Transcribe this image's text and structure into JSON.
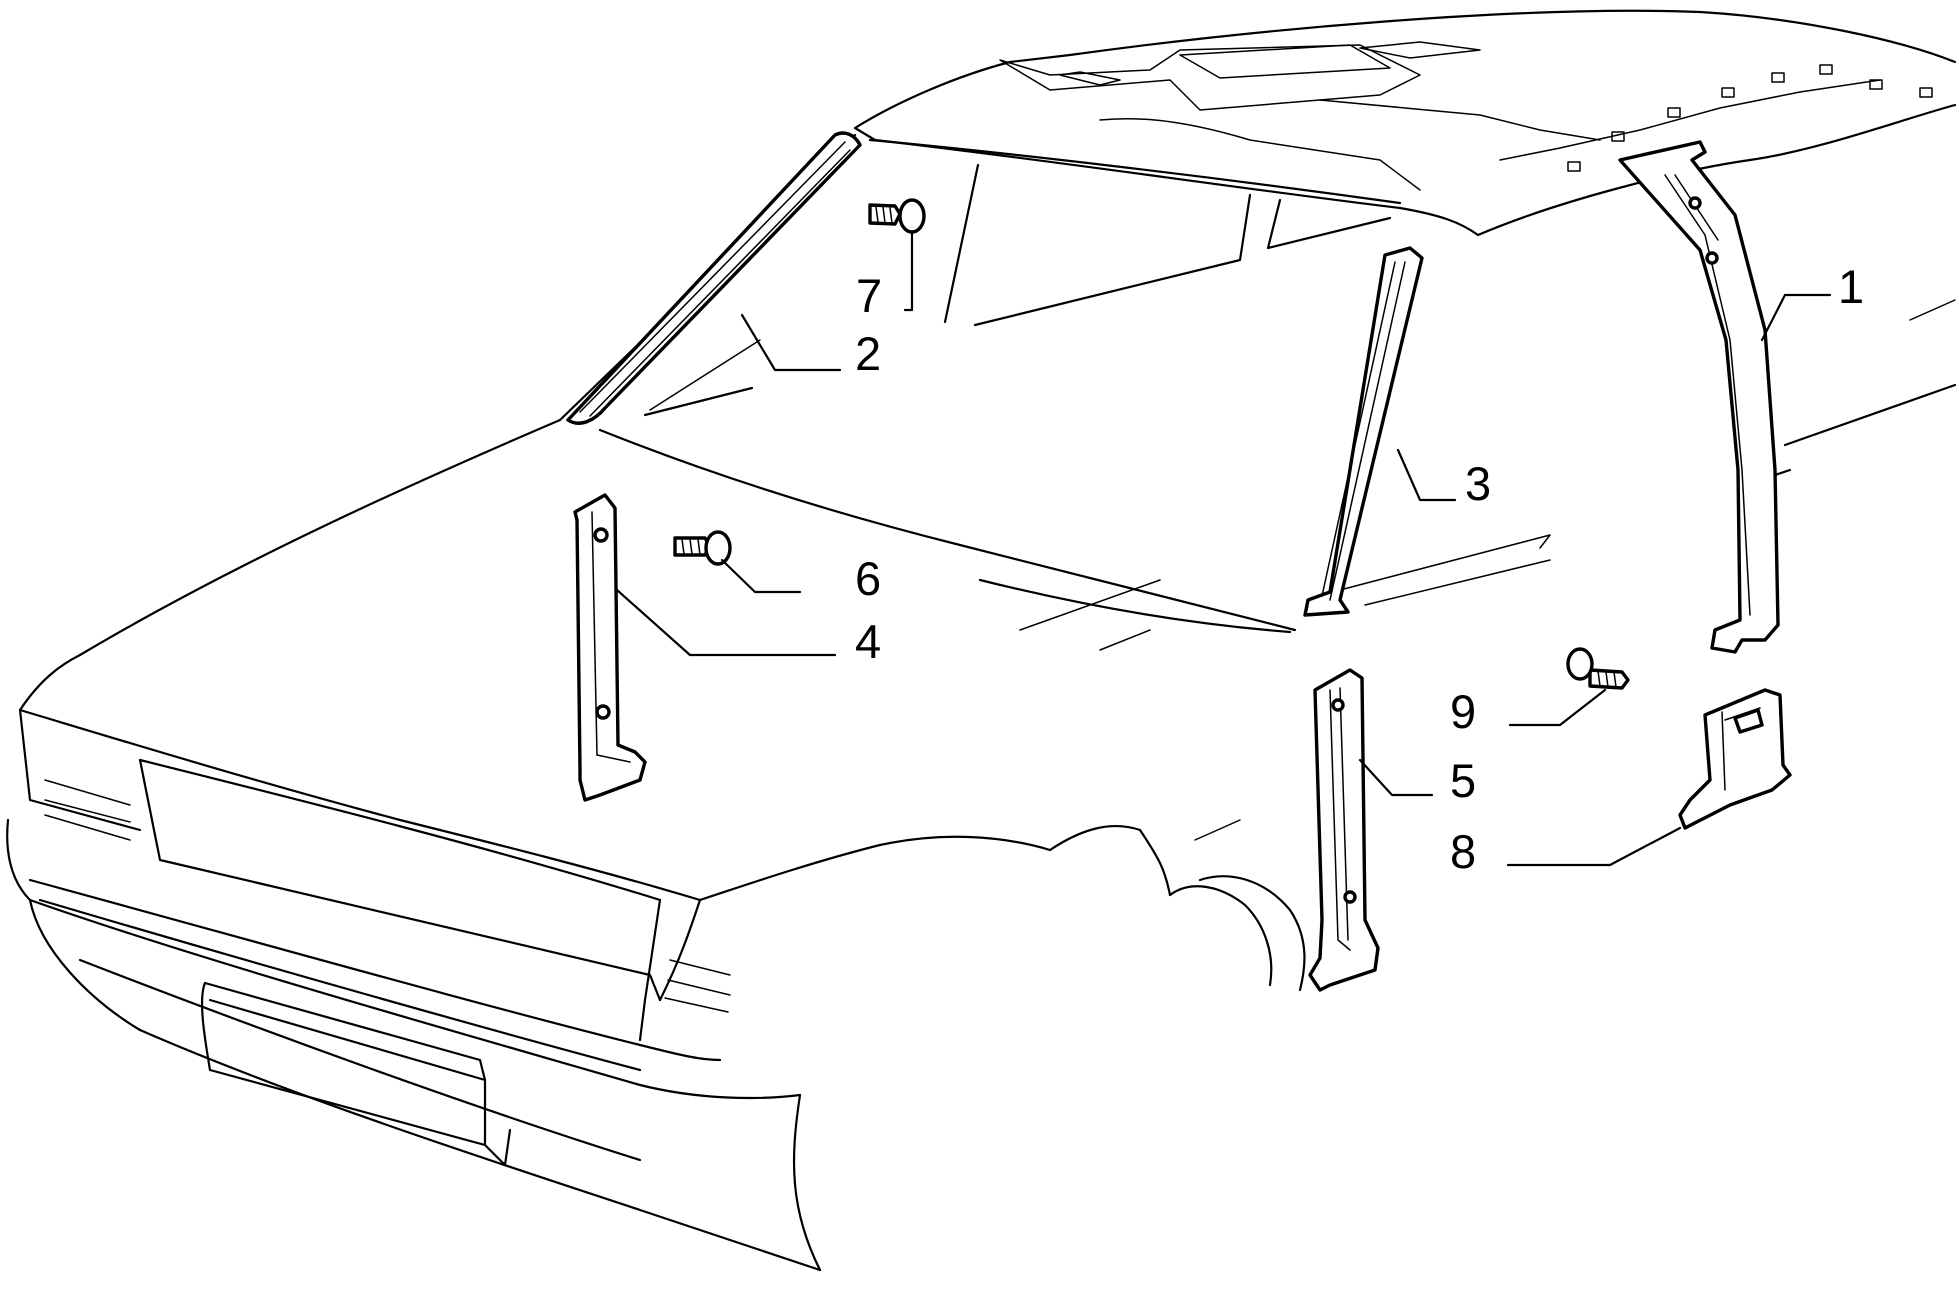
{
  "diagram": {
    "line_color": "#000000",
    "background": "#ffffff",
    "callouts": [
      {
        "id": "1",
        "label": "1"
      },
      {
        "id": "2",
        "label": "2"
      },
      {
        "id": "3",
        "label": "3"
      },
      {
        "id": "4",
        "label": "4"
      },
      {
        "id": "5",
        "label": "5"
      },
      {
        "id": "6",
        "label": "6"
      },
      {
        "id": "7",
        "label": "7"
      },
      {
        "id": "8",
        "label": "8"
      },
      {
        "id": "9",
        "label": "9"
      }
    ]
  }
}
